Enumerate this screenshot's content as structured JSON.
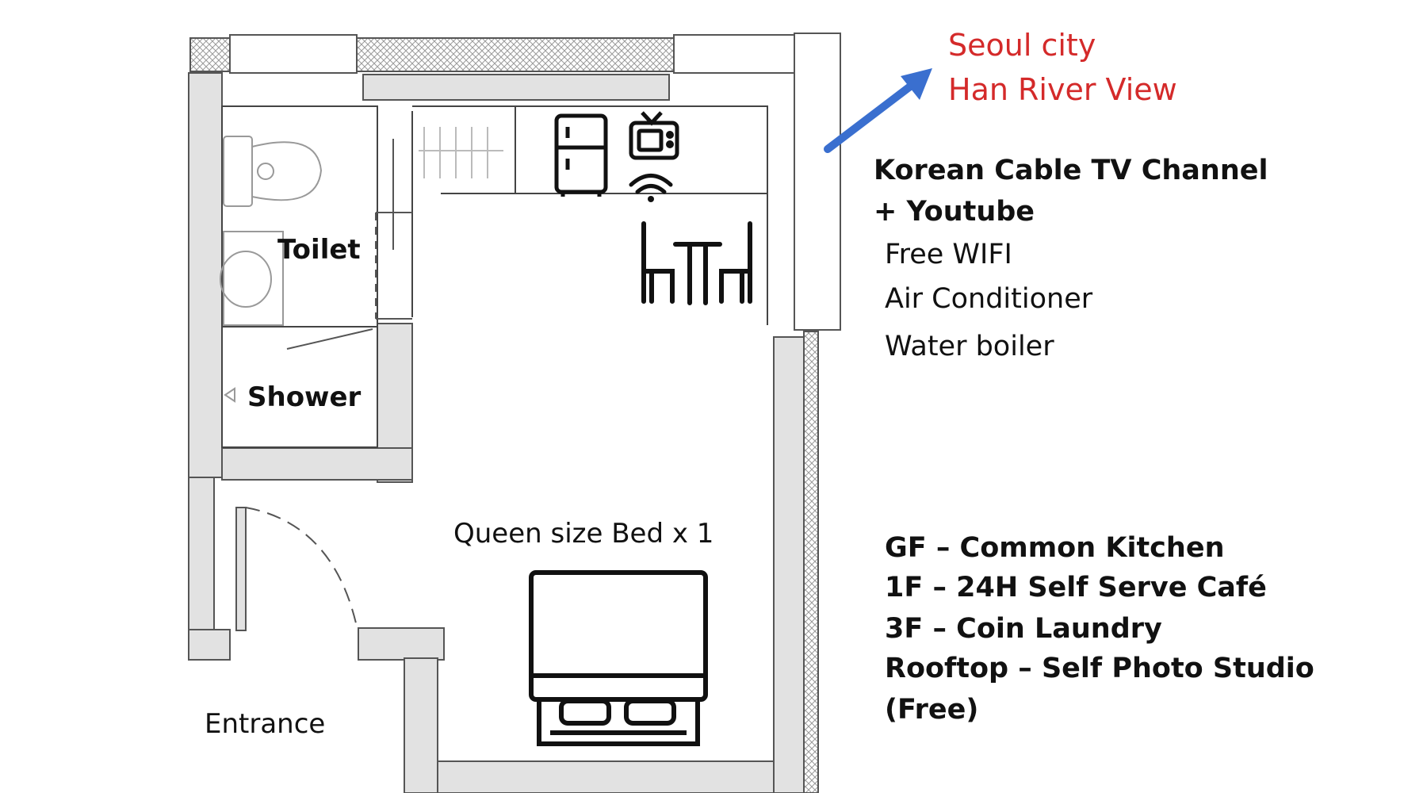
{
  "rooms": {
    "toilet": "Toilet",
    "shower": "Shower",
    "bed": "Queen size Bed x  1",
    "entrance": "Entrance"
  },
  "view": {
    "line1": "Seoul city",
    "line2": "Han River View",
    "color": "#d42a2a",
    "arrow_color": "#3a6fcf"
  },
  "amenities": {
    "tv_line1": "Korean Cable TV Channel",
    "tv_line2": "+  Youtube",
    "items": [
      "Free WIFI",
      "Air Conditioner",
      "Water boiler"
    ]
  },
  "floors": [
    "GF – Common Kitchen",
    "1F – 24H Self Serve Café",
    "3F – Coin Laundry",
    "Rooftop – Self Photo Studio",
    "(Free)"
  ],
  "icons": [
    "fridge-icon",
    "tv-icon",
    "wifi-icon",
    "dining-table-icon",
    "bed-icon",
    "toilet-icon",
    "sink-icon",
    "arrow-icon"
  ]
}
